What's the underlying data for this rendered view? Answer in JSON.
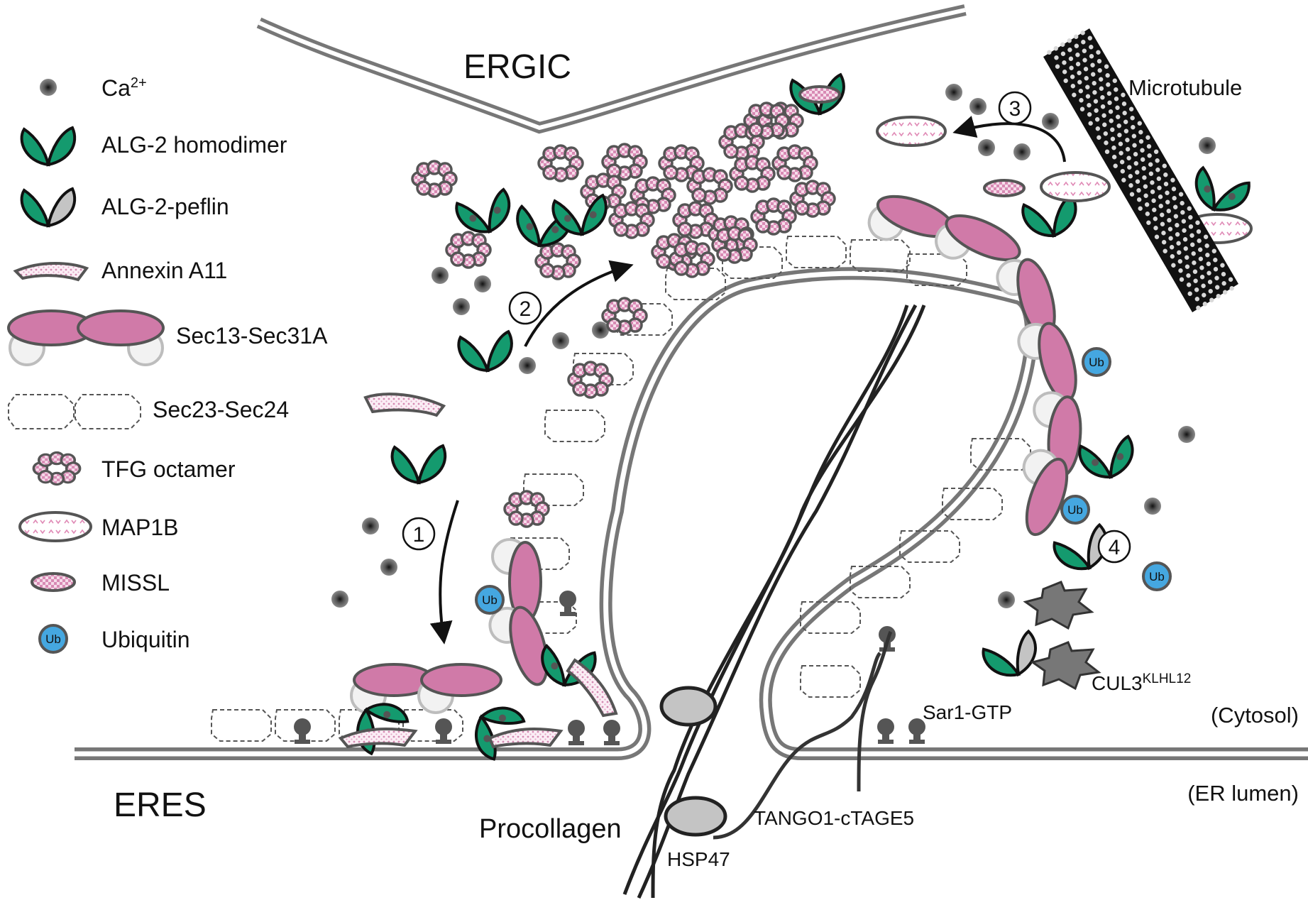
{
  "colors": {
    "alg2_green": "#149a6e",
    "peflin_gray": "#c4c4c4",
    "sec31_pink": "#d07aa8",
    "annexin_pink": "#e4a8c8",
    "ubiquitin_blue": "#45a7e0",
    "membrane_gray": "#777777",
    "outline": "#1a1a1a"
  },
  "icons": {
    "ca": "ca-ion-icon",
    "alg2": "alg2-homodimer-icon",
    "peflin": "alg2-peflin-icon",
    "annexin": "annexin-a11-icon",
    "sec13": "sec13-sec31a-icon",
    "sec23": "sec23-sec24-icon",
    "tfg": "tfg-octamer-icon",
    "map1b": "map1b-icon",
    "missl": "missl-icon",
    "ub": "ubiquitin-icon"
  },
  "legend": {
    "ca_text": "Ca",
    "ca_sup": "2+",
    "alg2": "ALG-2 homodimer",
    "peflin": "ALG-2-peflin",
    "annexin": "Annexin A11",
    "sec13": "Sec13-Sec31A",
    "sec23": "Sec23-Sec24",
    "tfg": "TFG octamer",
    "map1b": "MAP1B",
    "missl": "MISSL",
    "ubiquitin": "Ubiquitin"
  },
  "labels": {
    "ergic": "ERGIC",
    "eres": "ERES",
    "microtubule": "Microtubule",
    "procollagen": "Procollagen",
    "hsp47": "HSP47",
    "tango1": "TANGO1-cTAGE5",
    "sar1": "Sar1-GTP",
    "cul3": "CUL3",
    "cul3_sup": "KLHL12",
    "cytosol": "(Cytosol)",
    "er_lumen": "(ER lumen)",
    "ub": "Ub"
  },
  "steps": [
    "1",
    "2",
    "3",
    "4"
  ]
}
